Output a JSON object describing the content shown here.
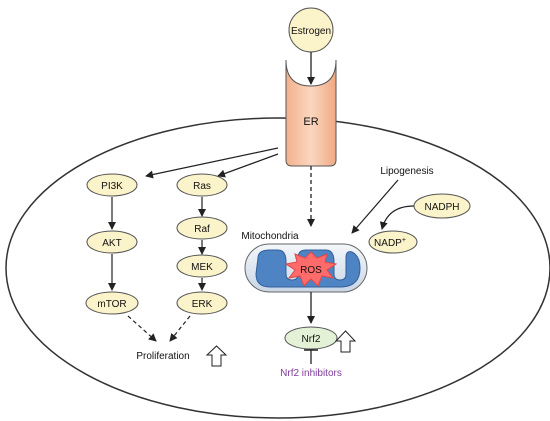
{
  "nodes": {
    "estrogen": "Estrogen",
    "er": "ER",
    "pi3k": "PI3K",
    "akt": "AKT",
    "mtor": "mTOR",
    "ras": "Ras",
    "raf": "Raf",
    "mek": "MEK",
    "erk": "ERK",
    "proliferation": "Proliferation",
    "mitochondria": "Mitochondria",
    "ros": "ROS",
    "nrf2": "Nrf2",
    "nrf2_inhibitors": "Nrf2 inhibitors",
    "lipogenesis": "Lipogenesis",
    "nadph": "NADPH",
    "nadp": "NADP",
    "nadp_sup": "+"
  },
  "colors": {
    "node_fill": "#fbf3c9",
    "receptor_fill": "#f7c4a3",
    "mito_fill": "#4f84c4",
    "ros_fill": "#ff6b6b",
    "nrf2_fill": "#e3f2d7",
    "inhibitor_text": "#7d3c98"
  }
}
